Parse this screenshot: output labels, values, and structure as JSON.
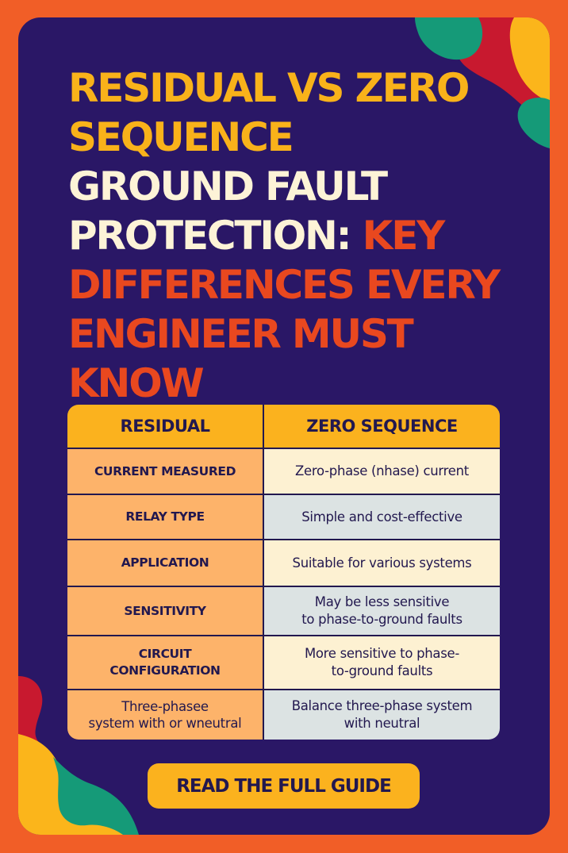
{
  "colors": {
    "page_background": "#F15E27",
    "card_background": "#2A1766",
    "title_yellow": "#F9B21A",
    "title_cream": "#FDF3D7",
    "title_red": "#E9481F",
    "table_header": "#FBB21E",
    "table_left_column": "#FDB36A",
    "table_right_cream": "#FDF1D2",
    "table_right_gray": "#DCE3E3",
    "text_navy": "#22184F",
    "decor_green": "#159A78",
    "decor_red": "#C8192F",
    "decor_yellow": "#FBB51B"
  },
  "title": {
    "lines": [
      {
        "segments": [
          {
            "text": "Residual vs Zero",
            "color": "yellow"
          }
        ]
      },
      {
        "segments": [
          {
            "text": "Sequence",
            "color": "yellow"
          }
        ]
      },
      {
        "segments": [
          {
            "text": "Ground Fault",
            "color": "cream"
          }
        ]
      },
      {
        "segments": [
          {
            "text": "Protection: ",
            "color": "cream"
          },
          {
            "text": "Key",
            "color": "red"
          }
        ]
      },
      {
        "segments": [
          {
            "text": "Differences Every",
            "color": "red"
          }
        ]
      },
      {
        "segments": [
          {
            "text": "Engineer Must",
            "color": "red"
          }
        ]
      },
      {
        "segments": [
          {
            "text": "Know",
            "color": "red"
          }
        ]
      }
    ]
  },
  "table": {
    "headers": [
      "RESIDUAL",
      "ZERO SEQUENCE"
    ],
    "rows": [
      {
        "left": "CURRENT MEASURED",
        "right": "Zero-phase (nhase) current"
      },
      {
        "left": "RELAY TYPE",
        "right": "Simple and cost-effective"
      },
      {
        "left": "APPLICATION",
        "right": "Suitable for various systems"
      },
      {
        "left": "SENSITIVITY",
        "right_line1": "May be less sensitive",
        "right_line2": "to phase-to-ground faults"
      },
      {
        "left_line1": "CIRCUIT",
        "left_line2": "CONFIGURATION",
        "right_line1": "More sensitive to phase-",
        "right_line2": "to-ground faults"
      },
      {
        "left_line1": "Three-phasee",
        "left_line2": "system with or wneutral",
        "right_line1": "Balance three-phase system",
        "right_line2": "with neutral"
      }
    ]
  },
  "cta": {
    "label": "READ THE FULL GUIDE"
  }
}
